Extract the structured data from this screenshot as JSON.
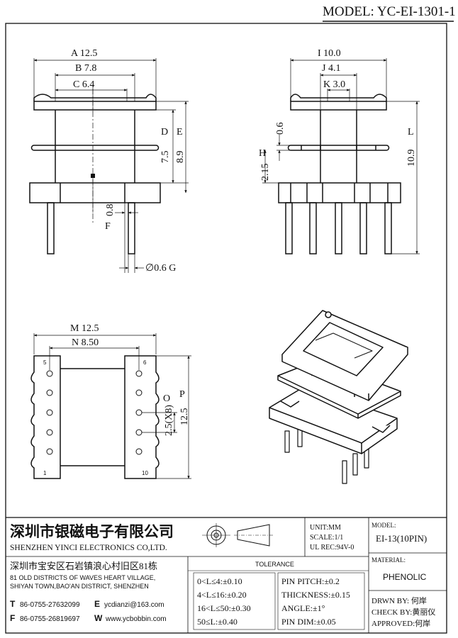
{
  "model_header": "MODEL: YC-EI-1301-1",
  "front_view": {
    "A": "A 12.5",
    "B": "B 7.8",
    "C": "C 6.4",
    "D_letter": "D",
    "D_val": "7.5",
    "E_letter": "E",
    "E_val": "8.9",
    "F_val": "0.8",
    "F_letter": "F",
    "G": "∅0.6 G"
  },
  "side_view": {
    "I": "I 10.0",
    "J": "J 4.1",
    "K": "K 3.0",
    "thick": "0.6",
    "H_letter": "H",
    "H_val": "2.15",
    "L_letter": "L",
    "L_val": "10.9"
  },
  "bottom_view": {
    "M": "M 12.5",
    "N": "N 8.50",
    "O_letter": "O",
    "O_val": "2.5(X8)",
    "P_letter": "P",
    "P_val": "12.5",
    "pin_labels": {
      "p5": "5",
      "p6": "6",
      "p1": "1",
      "p10": "10"
    }
  },
  "title_block": {
    "company_cn": "深圳市银磁电子有限公司",
    "company_en": "SHENZHEN YINCI ELECTRONICS CO,LTD.",
    "address_cn": "深圳市宝安区石岩镇浪心村旧区81栋",
    "address_en1": "81 OLD DISTRICTS OF WAVES HEART VILLAGE,",
    "address_en2": "SHIYAN TOWN,BAO'AN DISTRICT, SHENZHEN",
    "tel_label": "T",
    "tel": "86-0755-27632099",
    "email_label": "E",
    "email": "ycdianzi@163.com",
    "fax_label": "F",
    "fax": "86-0755-26819697",
    "web_label": "W",
    "web": "www.ycbobbin.com",
    "unit": "UNIT:MM",
    "scale": "SCALE:1/1",
    "ul": "UL REC:94V-0",
    "model_label": "MODEL:",
    "model_value": "EI-13(10PIN)",
    "tolerance_title": "TOLERANCE",
    "tol1": "0<L≤4:±0.10",
    "tol2": "4<L≤16:±0.20",
    "tol3": "16<L≤50:±0.30",
    "tol4": "50≤L:±0.40",
    "pitch": "PIN PITCH:±0.2",
    "thickness": "THICKNESS:±0.15",
    "angle": "ANGLE:±1°",
    "pindim": "PIN DIM:±0.05",
    "material_label": "MATERIAL:",
    "material_value": "PHENOLIC",
    "drawn": "DRWN BY: 何岸",
    "check": "CHECK BY:黄丽仪",
    "approved": "APPROVED:何岸"
  }
}
